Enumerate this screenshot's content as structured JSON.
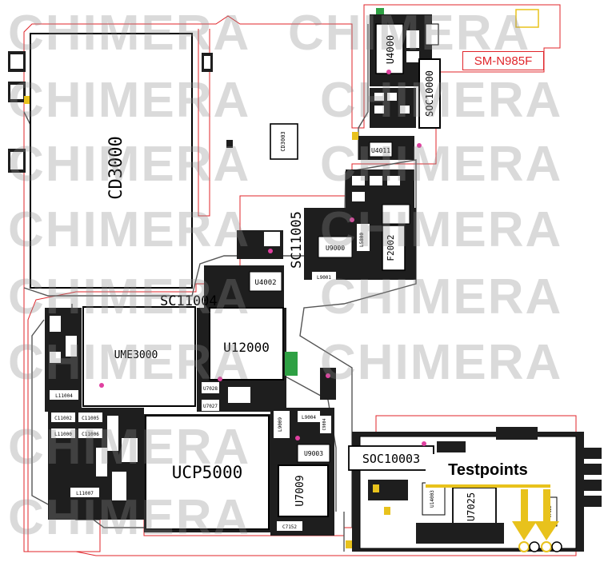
{
  "model": "SM-N985F",
  "watermark": "CHIMERA",
  "callout": {
    "label": "Testpoints",
    "color": "#e8c21c"
  },
  "colors": {
    "outline": "#e0242a",
    "trace": "#555555",
    "component": "#1e1e1e",
    "pad": "#ffffff",
    "highlight": "#e8c21c",
    "green": "#2ea043",
    "via": "#e040a0"
  },
  "chips": {
    "cd3000": "CD3000",
    "ume3000": "UME3000",
    "u12000": "U12000",
    "ucp5000": "UCP5000",
    "soc10000": "SOC10000",
    "soc10003": "SOC10003",
    "u4000": "U4000",
    "u4002": "U4002",
    "u4011": "U4011",
    "u7009": "U7009",
    "u7025": "U7025",
    "u9000": "U9000",
    "u9003": "U9003",
    "f2002": "F2002",
    "sc11005": "SC11005",
    "sc11004": "SC11004",
    "cd3003": "CD3003"
  },
  "small_labels": {
    "l11004": "L11004",
    "c11002": "C11002",
    "l11000": "L11000",
    "c11005": "C11005",
    "c11006": "C11006",
    "l11007": "L11007",
    "l9001": "L9001",
    "l9004": "L9004",
    "c7152": "C7152",
    "u7028": "U7028",
    "u7027": "U7027",
    "l9009": "L9009",
    "c7122": "C7122",
    "u14003": "U14003",
    "l5800": "L5800",
    "c9004": "C9004"
  }
}
